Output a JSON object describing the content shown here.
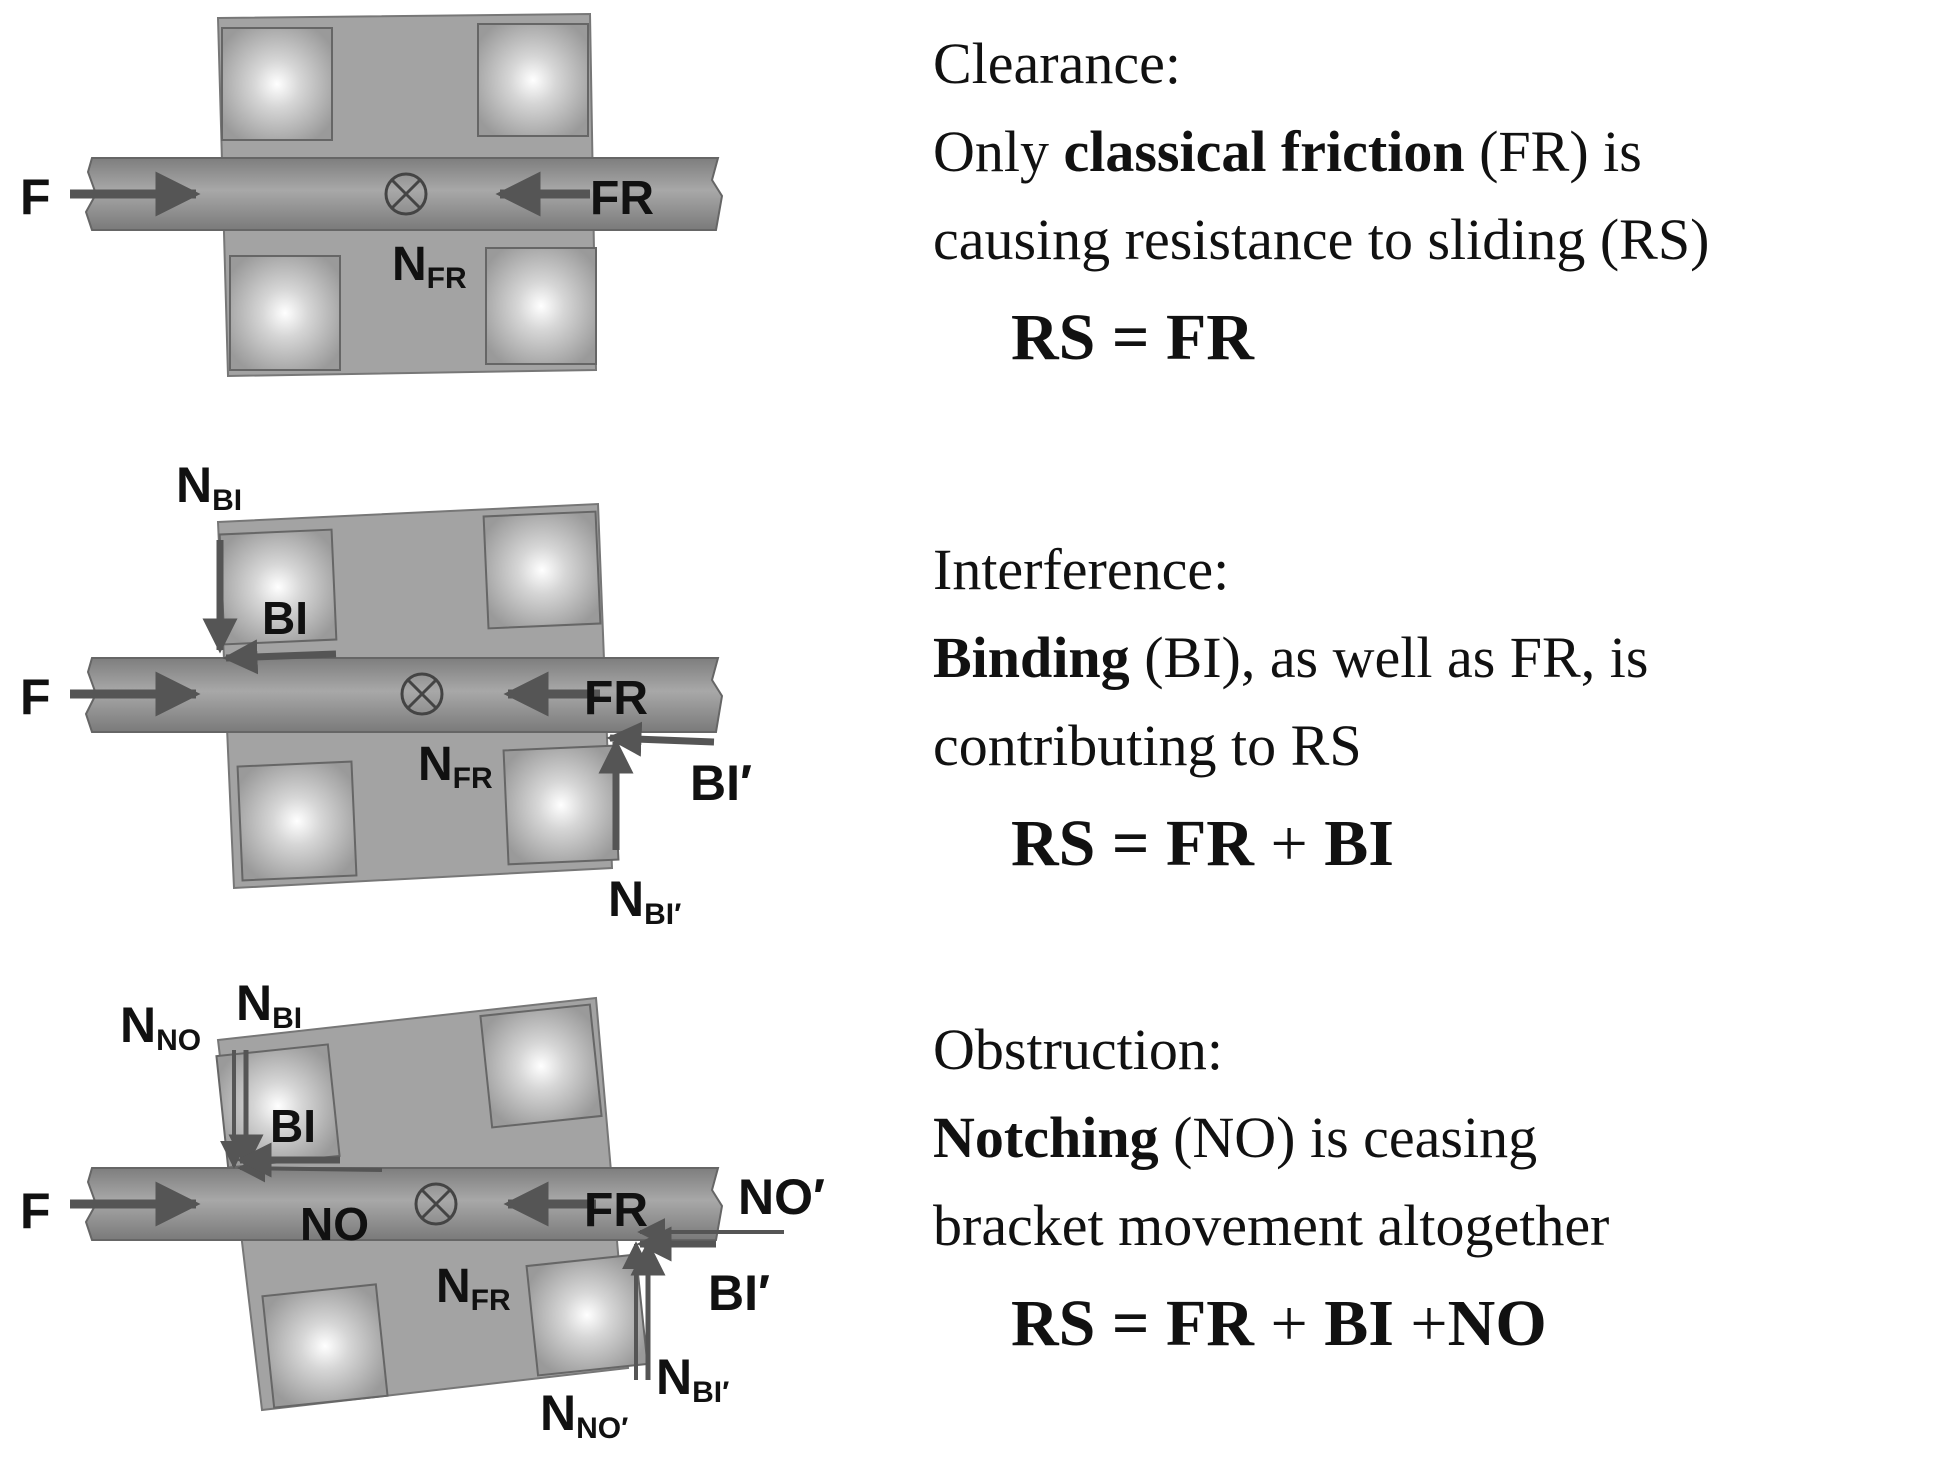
{
  "panels": [
    {
      "id": "clearance",
      "heading": "Clearance:",
      "description": {
        "line1_pre": "Only ",
        "line1_bold": "classical friction",
        "line1_post": " (FR) is",
        "line2": "causing resistance to sliding (RS)"
      },
      "equation": {
        "lhs": "RS",
        "eq": " = ",
        "t1": "FR"
      },
      "labels": {
        "force": "F",
        "friction": "FR",
        "normal_main": "N",
        "normal_main_sub": "FR"
      }
    },
    {
      "id": "interference",
      "heading": "Interference:",
      "description": {
        "line1_bold": "Binding",
        "line1_post": " (BI), as well as FR, is",
        "line2": "contributing to RS"
      },
      "equation": {
        "lhs": "RS",
        "eq": " = ",
        "t1": "FR",
        "plus1": " + ",
        "t2": "BI"
      },
      "labels": {
        "force": "F",
        "friction": "FR",
        "normal_main": "N",
        "normal_main_sub": "FR",
        "binding": "BI",
        "binding_prime": "BI′",
        "normal_bi": "N",
        "normal_bi_sub": "BI",
        "normal_bi_prime": "N",
        "normal_bi_prime_sub": "BI′"
      }
    },
    {
      "id": "obstruction",
      "heading": "Obstruction:",
      "description": {
        "line1_bold": "Notching",
        "line1_post": " (NO) is ceasing",
        "line2": "bracket movement altogether"
      },
      "equation": {
        "lhs": "RS",
        "eq": " = ",
        "t1": "FR",
        "plus1": " + ",
        "t2": "BI",
        "plus2": " +",
        "t3": "NO"
      },
      "labels": {
        "force": "F",
        "friction": "FR",
        "normal_main": "N",
        "normal_main_sub": "FR",
        "binding": "BI",
        "binding_prime": "BI′",
        "notching": "NO",
        "notching_prime": "NO′",
        "normal_no": "N",
        "normal_no_sub": "NO",
        "normal_bi": "N",
        "normal_bi_sub": "BI",
        "normal_no_prime": "N",
        "normal_no_prime_sub": "NO′",
        "normal_bi_prime": "N",
        "normal_bi_prime_sub": "BI′"
      }
    }
  ],
  "colors": {
    "bracket": "#a3a3a3",
    "wire": "#8e8e8e",
    "arrow": "#555555",
    "text": "#111111"
  }
}
